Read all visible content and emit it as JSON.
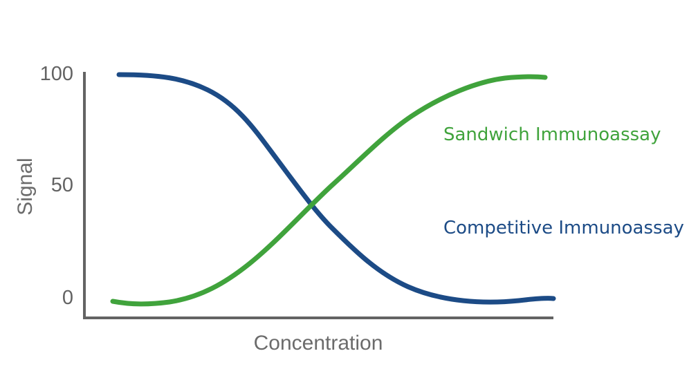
{
  "chart_data": {
    "type": "line",
    "title": "",
    "xlabel": "Concentration",
    "ylabel": "Signal",
    "grid": false,
    "legend_position": "inline-right",
    "yticks": [
      "100",
      "50",
      "0"
    ],
    "ytick_values": [
      100,
      50,
      0
    ],
    "ylim": [
      0,
      100
    ],
    "xticks": [],
    "xlim_label": "Concentration (arbitrary units, increasing left to right)",
    "series": [
      {
        "name": "Sandwich Immunoassay",
        "color": "#40a33c",
        "shape": "sigmoid-increasing",
        "x": [
          0,
          10,
          20,
          30,
          40,
          50,
          60,
          70,
          80,
          90,
          100
        ],
        "values": [
          -1,
          -1,
          2,
          10,
          26,
          50,
          72,
          88,
          96,
          99,
          99
        ]
      },
      {
        "name": "Competitive Immunoassay",
        "color": "#1c4b86",
        "shape": "sigmoid-decreasing",
        "x": [
          0,
          10,
          20,
          30,
          40,
          50,
          60,
          70,
          80,
          90,
          100
        ],
        "values": [
          101,
          101,
          98,
          90,
          74,
          50,
          28,
          12,
          4,
          1,
          1
        ]
      }
    ],
    "annotations": [
      {
        "text": "Sandwich Immunoassay",
        "color": "#40a33c"
      },
      {
        "text": "Competitive Immunoassay",
        "color": "#1c4b86"
      }
    ],
    "crossing_point": {
      "signal": 50
    }
  },
  "axes": {
    "y_title": "Signal",
    "x_title": "Concentration",
    "tick_100": "100",
    "tick_50": "50",
    "tick_0": "0",
    "axis_color": "#636363",
    "label_color": "#6b6b6b"
  },
  "series_labels": {
    "sandwich": "Sandwich Immunoassay",
    "competitive": "Competitive Immunoassay"
  },
  "colors": {
    "sandwich_green": "#40a33c",
    "competitive_blue": "#1c4b86",
    "axis_gray": "#636363",
    "text_gray": "#6b6b6b",
    "background": "#ffffff"
  }
}
